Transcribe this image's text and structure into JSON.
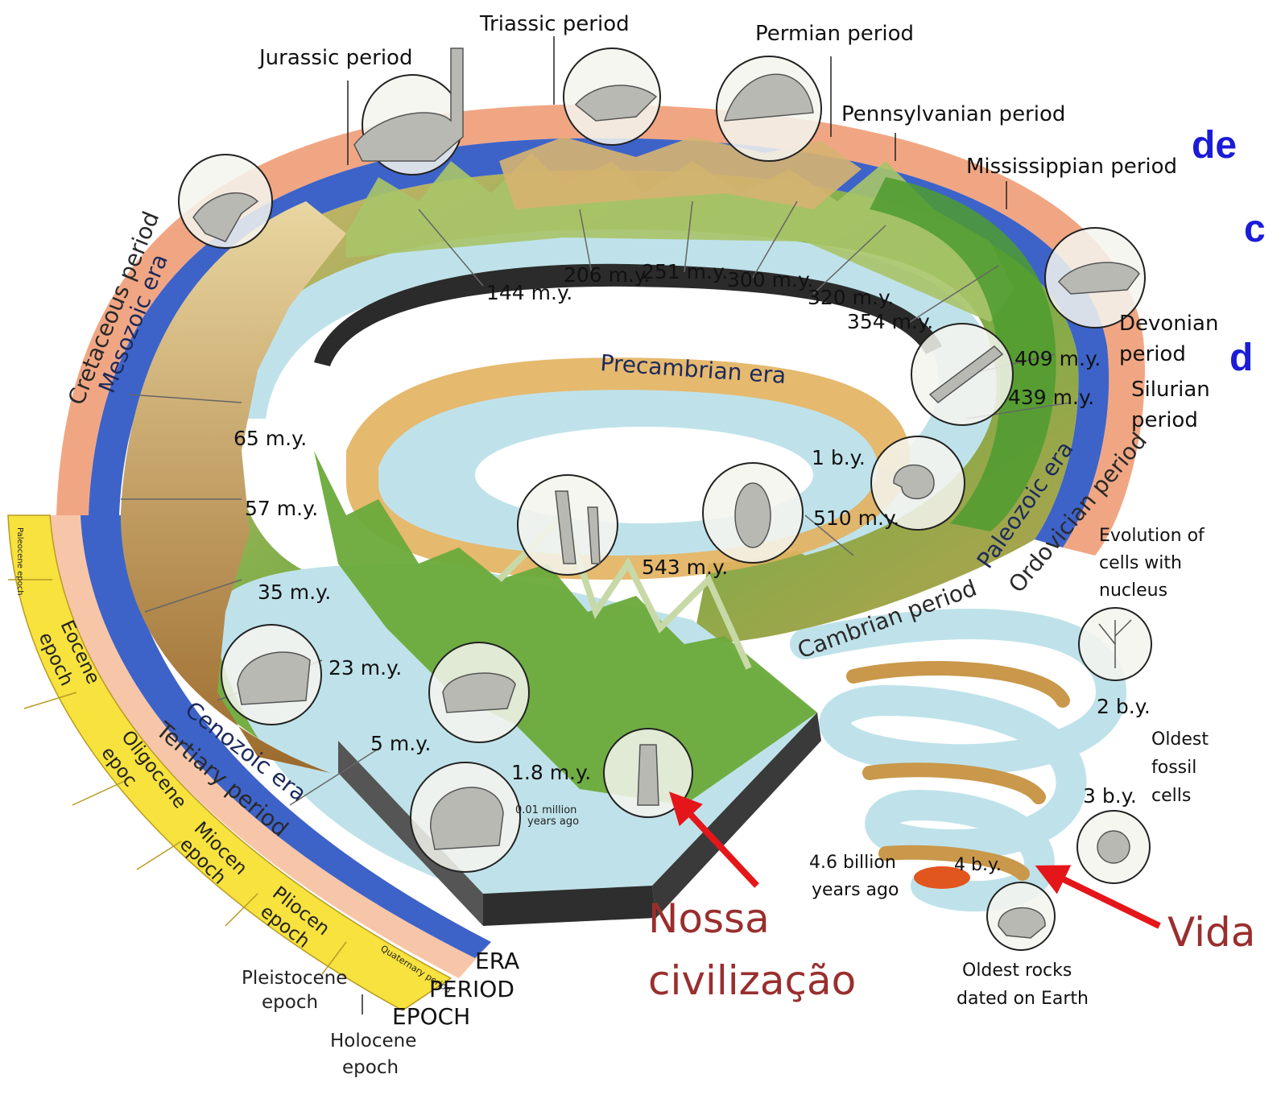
{
  "colors": {
    "period_band": "#f1a683",
    "era_band": "#3d63c9",
    "water": "#bfe2ea",
    "land_green": "#5ba331",
    "land_brown": "#c9984a",
    "epoch_band": "#f7e23e",
    "arrow": "#e5161a",
    "annotation_text": "#9a2e2e",
    "hint_text": "#1b1bd8"
  },
  "periods": {
    "triassic": "Triassic period",
    "jurassic": "Jurassic period",
    "permian": "Permian period",
    "pennsylvanian": "Pennsylvanian period",
    "mississippian": "Mississippian period",
    "devonian_1": "Devonian",
    "devonian_2": "period",
    "silurian_1": "Silurian",
    "silurian_2": "period",
    "cretaceous": "Cretaceous period",
    "tertiary": "Tertiary period",
    "quaternary": "Quaternary period",
    "ordovician": "Ordovician period",
    "cambrian": "Cambrian period"
  },
  "eras": {
    "mesozoic": "Mesozoic era",
    "cenozoic": "Cenozoic era",
    "paleozoic": "Paleozoic era",
    "precambrian": "Precambrian era"
  },
  "epochs": {
    "paleocene": "Paleocene epoch",
    "eocene_1": "Eocene",
    "eocene_2": "epoch",
    "oligocene_1": "Oligocene",
    "oligocene_2": "epoc",
    "miocene_1": "Miocen",
    "miocene_2": "epoch",
    "pliocene_1": "Pliocen",
    "pliocene_2": "epoch",
    "pleistocene_1": "Pleistocene",
    "pleistocene_2": "epoch",
    "holocene_1": "Holocene",
    "holocene_2": "epoch"
  },
  "time_marks": {
    "m144": "144 m.y.",
    "m206": "206 m.y.",
    "m251": "251 m.y.",
    "m300": "300 m.y.",
    "m320": "320 m.y.",
    "m354": "354 m.y.",
    "m409": "409 m.y.",
    "m439": "439 m.y.",
    "m65": "65 m.y.",
    "m57": "57 m.y.",
    "m35": "35 m.y.",
    "m23": "23 m.y.",
    "m5": "5 m.y.",
    "m1_8": "1.8 m.y.",
    "m0_01_1": "0.01 million",
    "m0_01_2": "years ago",
    "b1": "1 b.y.",
    "m510": "510 m.y.",
    "m543": "543 m.y.",
    "b2": "2 b.y.",
    "b3": "3 b.y.",
    "b4": "4 b.y."
  },
  "events": {
    "nucleus_1": "Evolution of",
    "nucleus_2": "cells with",
    "nucleus_3": "nucleus",
    "fossil_1": "Oldest",
    "fossil_2": "fossil",
    "fossil_3": "cells",
    "rocks_1": "Oldest rocks",
    "rocks_2": "dated on Earth",
    "origin_1": "4.6 billion",
    "origin_2": "years ago"
  },
  "legend": {
    "era": "ERA",
    "period": "PERIOD",
    "epoch": "EPOCH"
  },
  "annotations": {
    "civ_1": "Nossa",
    "civ_2": "civilização",
    "life": "Vida"
  },
  "cut_off_text": [
    "de",
    "c",
    "d"
  ]
}
